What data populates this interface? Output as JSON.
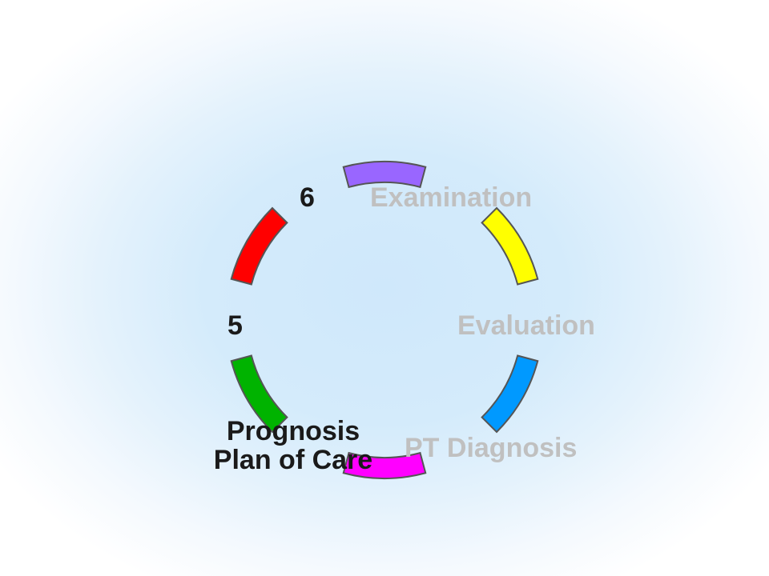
{
  "segments": [
    {
      "id": "top",
      "color": "#9966ff"
    },
    {
      "id": "top-right",
      "color": "#ffff00"
    },
    {
      "id": "bottom-right",
      "color": "#0099ff"
    },
    {
      "id": "bottom",
      "color": "#ff00ff"
    },
    {
      "id": "bottom-left",
      "color": "#00b300"
    },
    {
      "id": "top-left",
      "color": "#ff0000"
    }
  ],
  "labels": {
    "six": "6",
    "examination": "Examination",
    "five": "5",
    "evaluation": "Evaluation",
    "prognosis_line1": "Prognosis",
    "prognosis_line2": "Plan of Care",
    "pt_diagnosis": "PT Diagnosis"
  }
}
